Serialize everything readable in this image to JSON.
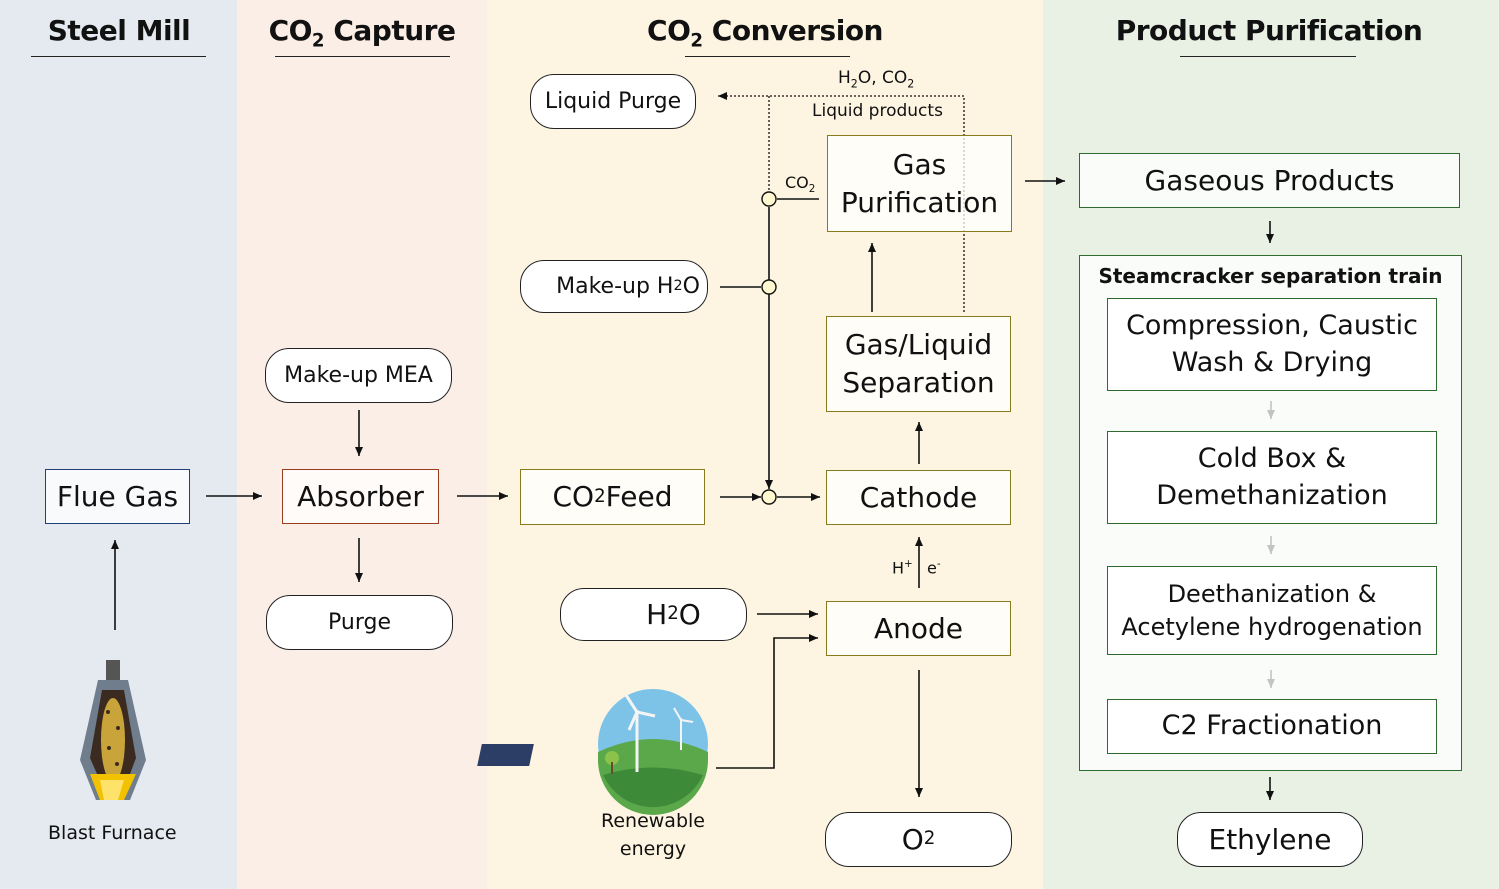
{
  "lanes": {
    "steel_mill": "Steel Mill",
    "co2_capture_prefix": "CO",
    "co2_capture_sub": "2",
    "co2_capture_suffix": " Capture",
    "co2_conversion_prefix": "CO",
    "co2_conversion_sub": "2",
    "co2_conversion_suffix": " Conversion",
    "product_purification": "Product Purification"
  },
  "steel_mill": {
    "flue_gas": "Flue Gas",
    "blast_furnace": "Blast Furnace"
  },
  "capture": {
    "makeup_mea": "Make-up MEA",
    "absorber": "Absorber",
    "purge": "Purge"
  },
  "conversion": {
    "liquid_purge": "Liquid Purge",
    "recycle_label_h2o": "H",
    "recycle_label_2a": "2",
    "recycle_label_o_co": "O, CO",
    "recycle_label_2b": "2",
    "liquid_products": "Liquid products",
    "co2_tap_prefix": "CO",
    "co2_tap_sub": "2",
    "gas_purification": "Gas Purification",
    "makeup_h2o_prefix": "Make-up H",
    "makeup_h2o_sub": "2",
    "makeup_h2o_suffix": "O",
    "gas_liquid_separation": "Gas/Liquid Separation",
    "co2_feed_prefix": "CO",
    "co2_feed_sub": "2",
    "co2_feed_suffix": " Feed",
    "cathode": "Cathode",
    "h_plus": "H",
    "h_plus_sup": "+",
    "e_minus": "e",
    "e_minus_sup": "-",
    "h2o_prefix": "H",
    "h2o_sub": "2",
    "h2o_suffix": "O",
    "anode": "Anode",
    "renewable_energy": "Renewable energy",
    "o2_prefix": "O",
    "o2_sub": "2"
  },
  "purification": {
    "gaseous_products": "Gaseous Products",
    "train_title": "Steamcracker separation train",
    "compression": "Compression, Caustic Wash & Drying",
    "cold_box": "Cold Box & Demethanization",
    "deethanization": "Deethanization & Acetylene hydrogenation",
    "c2_fractionation": "C2 Fractionation",
    "ethylene": "Ethylene"
  },
  "colors": {
    "steel_mill_bg": "#e4eaf0",
    "capture_bg": "#fbeee6",
    "conversion_bg": "#fdf5e2",
    "purification_bg": "#e9f1e5",
    "flue_gas_border": "#1f3f7a",
    "absorber_border": "#9b3b1e",
    "conversion_border": "#8a7a1e",
    "purification_border": "#2f6a2f"
  }
}
